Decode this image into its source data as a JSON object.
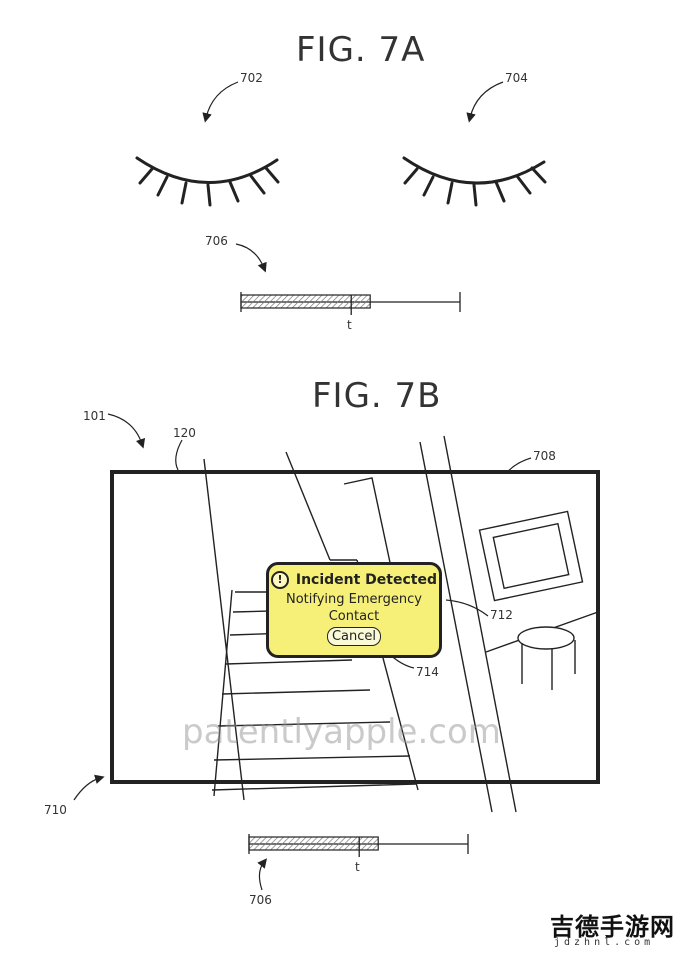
{
  "fig_a": {
    "title": "FIG. 7A",
    "left_eye_ref": "702",
    "right_eye_ref": "704",
    "timeline_ref": "706",
    "timeline_marker": "t",
    "timeline_progress": 0.59
  },
  "fig_b": {
    "title": "FIG. 7B",
    "device_ref": "101",
    "display_ref": "120",
    "scene_ref": "708",
    "dialog_ref": "712",
    "button_ref": "714",
    "frame_ref": "710",
    "timeline_ref": "706",
    "timeline_marker": "t",
    "timeline_progress": 0.59,
    "dialog": {
      "heading": "Incident Detected",
      "icon": "!",
      "line1": "Notifying Emergency",
      "line2": "Contact",
      "cancel_label": "Cancel"
    }
  },
  "watermark": "patentlyapple.com",
  "badge": {
    "text": "吉德手游网",
    "sub": "jdzhnl.com"
  },
  "colors": {
    "dialog_fill": "#f6f078",
    "ink": "#222222",
    "hatch": "#777777"
  }
}
